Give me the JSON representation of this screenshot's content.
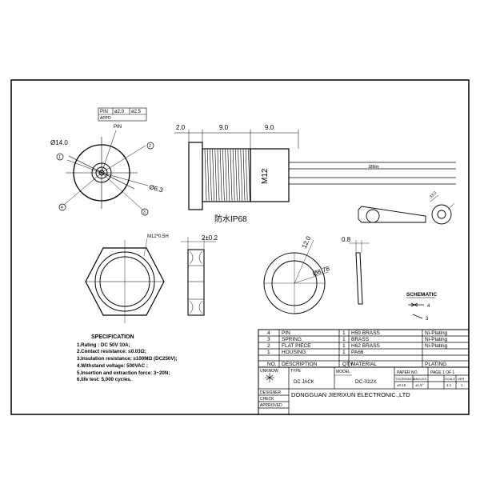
{
  "pin_table": {
    "row1": [
      "PIN",
      "ø2.0",
      "ø2.5"
    ],
    "row2": [
      "APPD"
    ]
  },
  "front_view": {
    "diameter_label": "Ø14.0",
    "pin_label": "PIN",
    "hole_label": "Ø6.3",
    "balloons": [
      "1",
      "2",
      "3",
      "4"
    ]
  },
  "side_view": {
    "dims": [
      "2.0",
      "9.0",
      "9.0"
    ],
    "thread_label": "M12",
    "wire_label": "18Mm",
    "ip_label": "防水IP68"
  },
  "nut_view": {
    "thread_label": "M12*0.5H",
    "thickness_label": "2±0.2"
  },
  "washer_view": {
    "angle_label": "12.0",
    "dia_label": "Ø8.78",
    "thickness_label": "0.8"
  },
  "tab_view": {
    "label": "33.0"
  },
  "schematic": {
    "title": "SCHEMATIC",
    "pins": [
      "4",
      "3"
    ]
  },
  "specification": {
    "title": "SPECIFICATION",
    "lines": [
      "1.Rating : DC 50V 10A;",
      "2.Contact resistance: ≤0.03Ω;",
      "3.Insulation resistance: ≥100MΩ (DC250V);",
      "4.Withstand voltage: 500VAC ;",
      "5.Insertion and extraction force: 3~20N;",
      "6.life test: 5,000 cycles."
    ]
  },
  "bom": {
    "rows": [
      [
        "4",
        "PIN",
        "1",
        "H59 BRASS",
        "Ni-Plating"
      ],
      [
        "3",
        "SPRING",
        "1",
        "BRASS",
        "Ni-Plating"
      ],
      [
        "2",
        "FLAT PIECE",
        "1",
        "H62 BRASS",
        "Ni-Plating"
      ],
      [
        "1",
        "HOUSING",
        "1",
        "PA66",
        ""
      ]
    ],
    "header": [
      "NO.",
      "DESCRIPTION",
      "QTY",
      "MATERIAL",
      "PLATING"
    ]
  },
  "title_block": {
    "unknow": "UNKNOW",
    "type_label": "TYPE",
    "type_value": "DC   JACK",
    "model_label": "MODEL",
    "model_value": "DC-022X",
    "paper_label": "PAPER NO.",
    "page": "PAGE 1 OF 1",
    "tolerance_label": "TOLERANCE",
    "angles_label": "ANGLES",
    "scale_label": "SCALE",
    "ver_label": "VER",
    "tol_value": "±0.15",
    "angle_value": "±1.5°",
    "scale_value": "1:1",
    "ver_value": "1",
    "designer": "DESIGNER",
    "check": "CHECK",
    "approved": "APPROVED",
    "company": "DONGGUAN JIERIXUN ELECTRONIC.,LTD"
  }
}
